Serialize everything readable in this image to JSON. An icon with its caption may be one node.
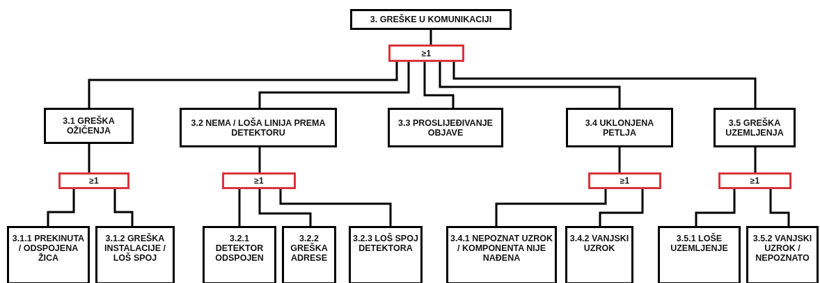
{
  "diagram": {
    "nodes": [
      {
        "text": [
          "3. GREŠKE U KOMUNIKACIJI"
        ]
      },
      {
        "text": [
          "≥1"
        ]
      },
      {
        "text": [
          "3.1 GREŠKA OŽIČENJA"
        ]
      },
      {
        "text": [
          "3.2 NEMA / LOŠA LINIJA PREMA DETEKTORU"
        ]
      },
      {
        "text": [
          "3.3 PROSLIJEĐIVANJE OBJAVE"
        ]
      },
      {
        "text": [
          "3.4 UKLONJENA PETLJA"
        ]
      },
      {
        "text": [
          "3.5 GREŠKA UZEMLJENJA"
        ]
      },
      {
        "text": [
          "≥1"
        ]
      },
      {
        "text": [
          "≥1"
        ]
      },
      {
        "text": [
          "≥1"
        ]
      },
      {
        "text": [
          "≥1"
        ]
      },
      {
        "text": [
          "3.1.1 PREKINUTA / ODSPOJENA ŽICA"
        ]
      },
      {
        "text": [
          "3.1.2 GREŠKA INSTALACIJE / LOŠ SPOJ"
        ]
      },
      {
        "text": [
          "3.2.1 DETEKTOR ODSPOJEN"
        ]
      },
      {
        "text": [
          "3.2.2 GREŠKA ADRESE"
        ]
      },
      {
        "text": [
          "3.2.3 LOŠ SPOJ DETEKTORA"
        ]
      },
      {
        "text": [
          "3.4.1 NEPOZNAT UZROK / KOMPONENTA NIJE NAĐENA"
        ]
      },
      {
        "text": [
          "3.4.2 VANJSKI UZROK"
        ]
      },
      {
        "text": [
          "3.5.1 LOŠE UZEMLJENJE"
        ]
      },
      {
        "text": [
          "3.5.2 VANJSKI UZROK / NEPOZNATO"
        ]
      }
    ],
    "edges": [
      {
        "from": 0,
        "to": 1,
        "arrow": "none"
      },
      {
        "from": 1,
        "to": 2,
        "arrow": "none"
      },
      {
        "from": 1,
        "to": 3,
        "arrow": "none"
      },
      {
        "from": 1,
        "to": 4,
        "arrow": "none"
      },
      {
        "from": 1,
        "to": 5,
        "arrow": "none"
      },
      {
        "from": 1,
        "to": 6,
        "arrow": "none"
      },
      {
        "from": 2,
        "to": 7,
        "arrow": "none"
      },
      {
        "from": 3,
        "to": 8,
        "arrow": "none"
      },
      {
        "from": 5,
        "to": 9,
        "arrow": "none"
      },
      {
        "from": 6,
        "to": 10,
        "arrow": "none"
      },
      {
        "from": 7,
        "to": 11,
        "arrow": "none"
      },
      {
        "from": 7,
        "to": 12,
        "arrow": "none"
      },
      {
        "from": 8,
        "to": 13,
        "arrow": "none"
      },
      {
        "from": 8,
        "to": 14,
        "arrow": "none"
      },
      {
        "from": 8,
        "to": 15,
        "arrow": "none"
      },
      {
        "from": 9,
        "to": 16,
        "arrow": "none"
      },
      {
        "from": 9,
        "to": 17,
        "arrow": "none"
      },
      {
        "from": 10,
        "to": 18,
        "arrow": "none"
      },
      {
        "from": 10,
        "to": 19,
        "arrow": "none"
      }
    ]
  }
}
